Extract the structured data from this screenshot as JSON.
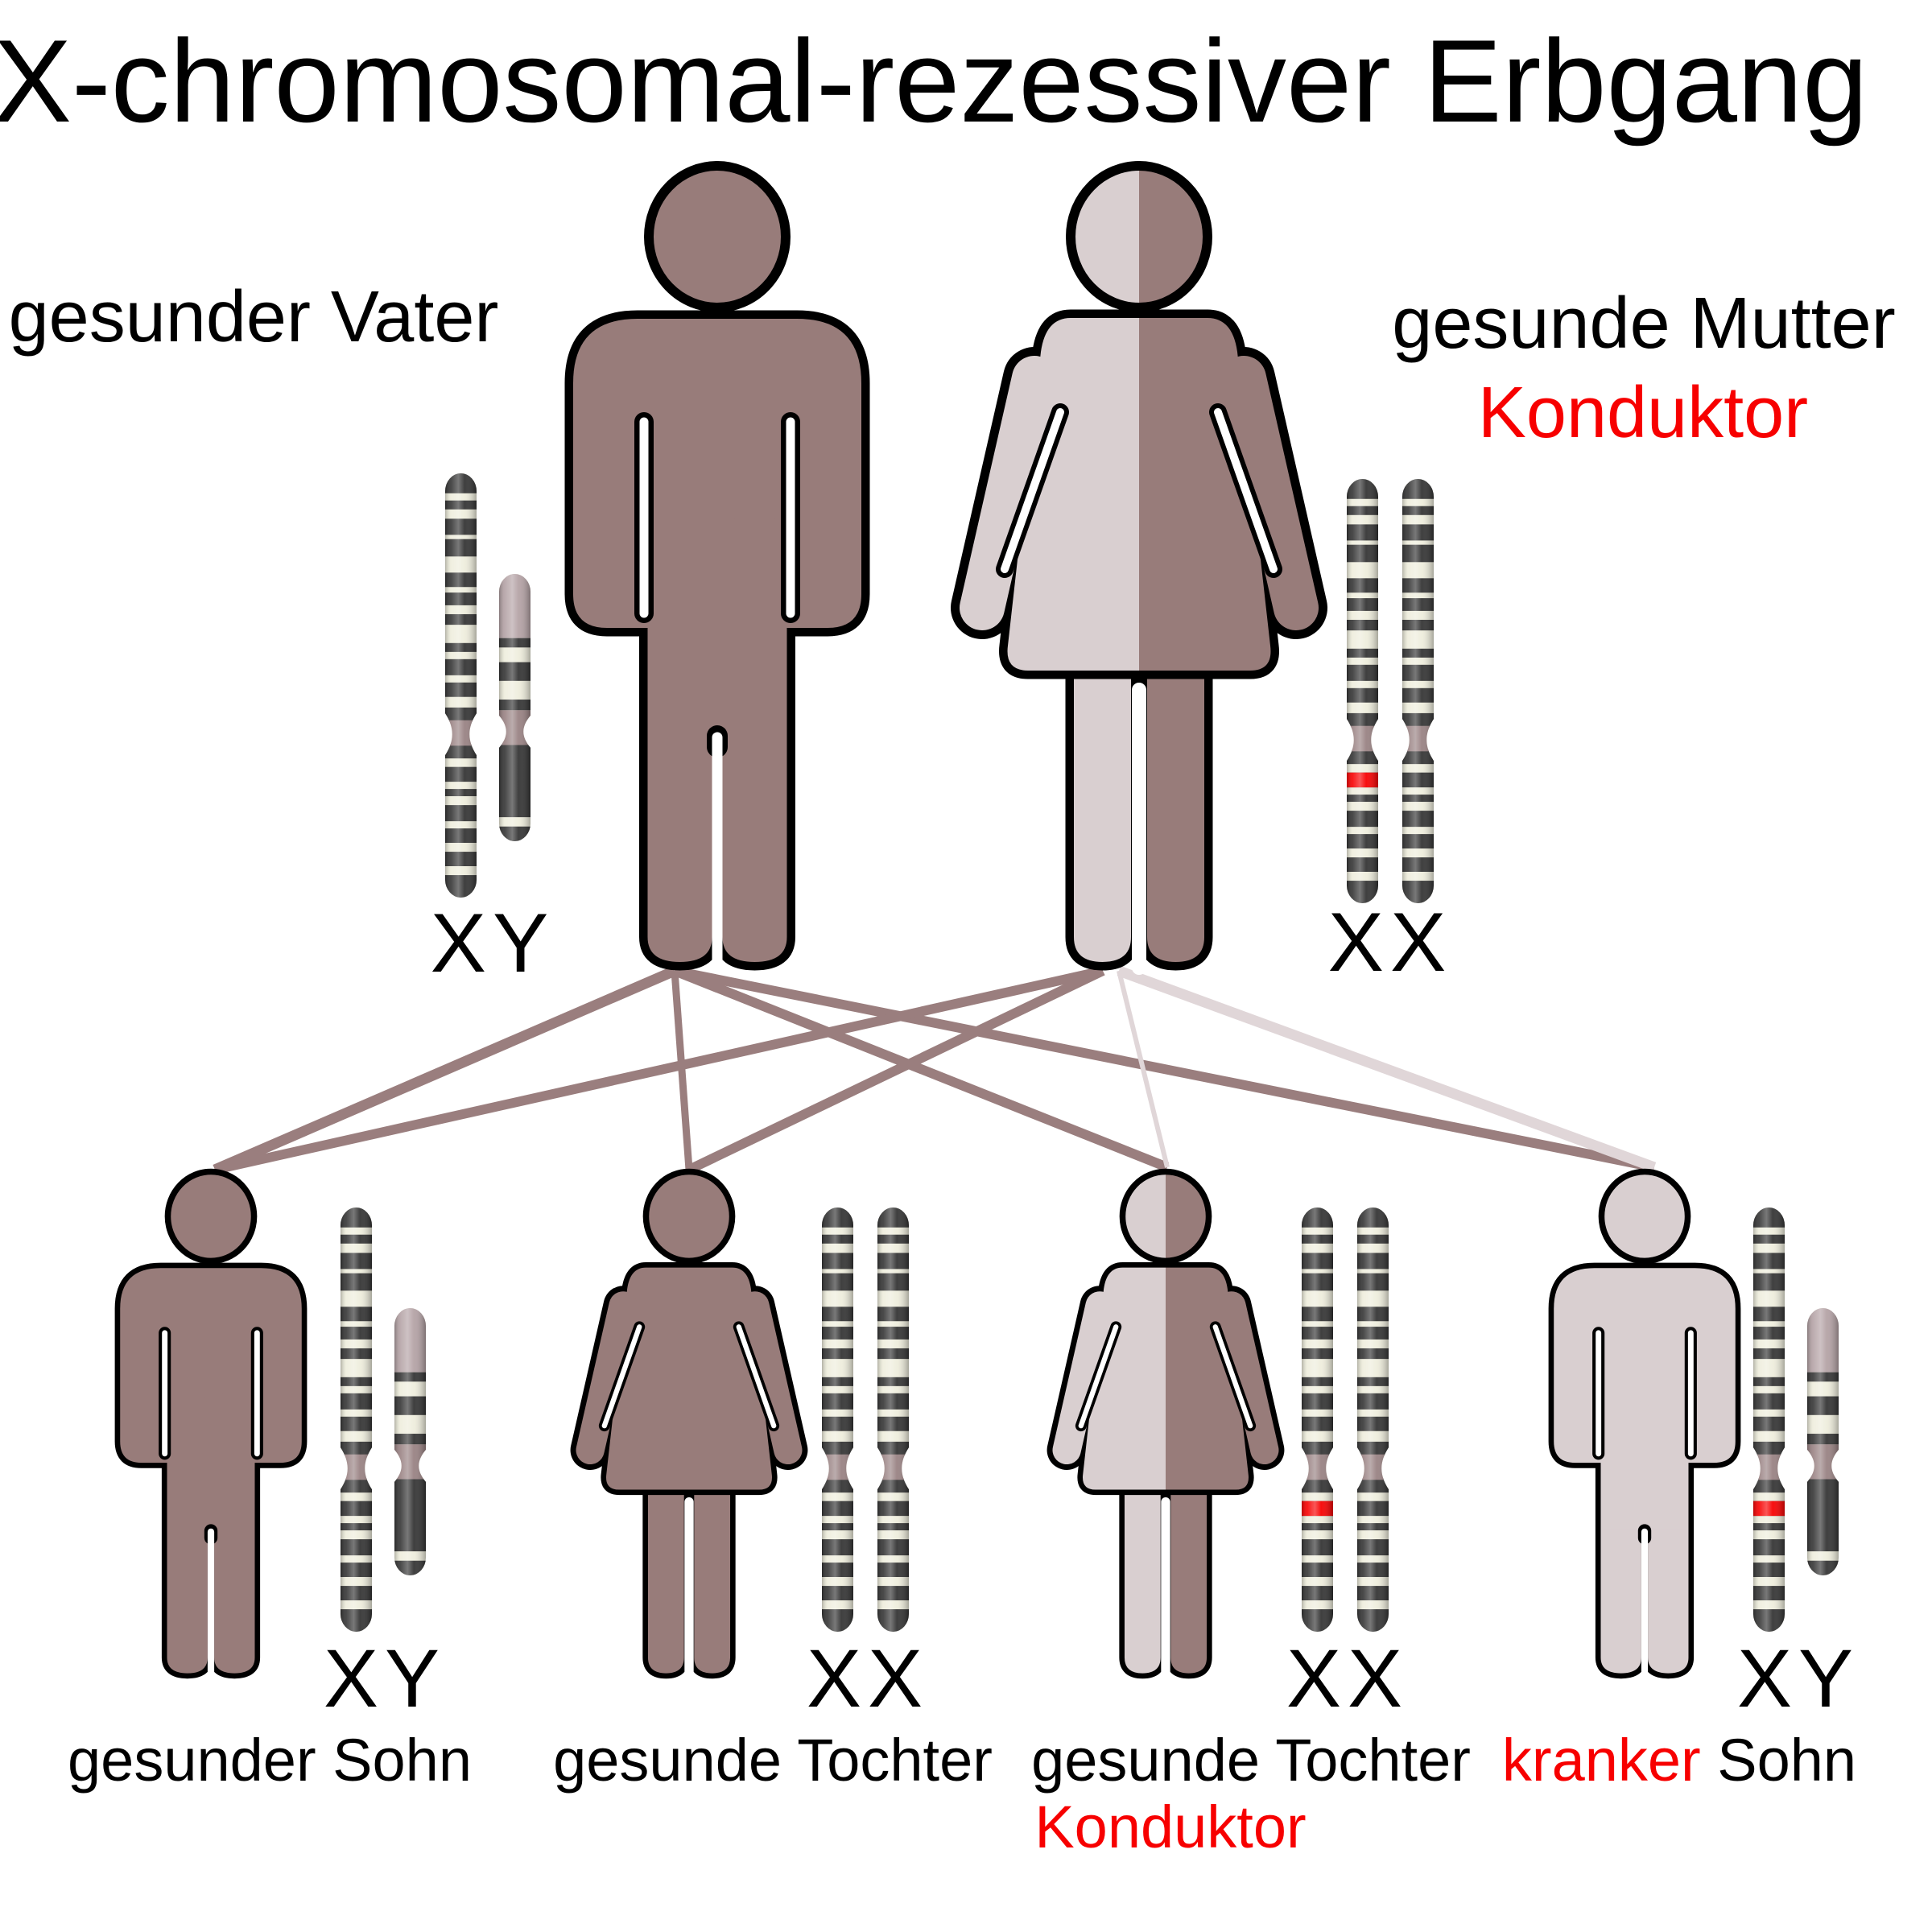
{
  "title": "X-chromosomal-rezessiver Erbgang",
  "colors": {
    "figure_dark": "#987c7a",
    "figure_light": "#d9cfd0",
    "outline_black": "#000000",
    "mutation_red": "#f70000",
    "line_dark": "#9a7e7e",
    "line_light": "#e0d6d8",
    "chromosome_cream": "#eeeddc",
    "chromosome_band_dark": "#333333",
    "centromere_mauve": "#988182",
    "y_top_pink": "#b4a2a5",
    "text_black": "#000000"
  },
  "parents": {
    "father": {
      "label": "gesunder Vater",
      "karyotype": "XY",
      "sex": "male",
      "coloring": "dark",
      "chromosomes": [
        {
          "type": "X",
          "mutated": false
        },
        {
          "type": "Y",
          "mutated": false
        }
      ]
    },
    "mother": {
      "label": "gesunde Mutter",
      "sublabel": "Konduktor",
      "karyotype": "XX",
      "sex": "female",
      "coloring": "half",
      "chromosomes": [
        {
          "type": "X",
          "mutated": true
        },
        {
          "type": "X",
          "mutated": false
        }
      ]
    }
  },
  "children": [
    {
      "caption": "gesunder Sohn",
      "karyotype": "XY",
      "sex": "male",
      "coloring": "dark",
      "chromosomes": [
        {
          "type": "X",
          "mutated": false
        },
        {
          "type": "Y",
          "mutated": false
        }
      ]
    },
    {
      "caption": "gesunde Tochter",
      "karyotype": "XX",
      "sex": "female",
      "coloring": "dark",
      "chromosomes": [
        {
          "type": "X",
          "mutated": false
        },
        {
          "type": "X",
          "mutated": false
        }
      ]
    },
    {
      "caption": "gesunde Tochter",
      "sublabel": "Konduktor",
      "karyotype": "XX",
      "sex": "female",
      "coloring": "half",
      "chromosomes": [
        {
          "type": "X",
          "mutated": true
        },
        {
          "type": "X",
          "mutated": false
        }
      ]
    },
    {
      "caption_affected_word": "kranker",
      "caption_rest": " Sohn",
      "karyotype": "XY",
      "sex": "male",
      "coloring": "light",
      "chromosomes": [
        {
          "type": "X",
          "mutated": true
        },
        {
          "type": "Y",
          "mutated": false
        }
      ]
    }
  ],
  "inheritance_lines": [
    {
      "from": "father",
      "to": "child-1",
      "chromosome": "Y",
      "shade": "dark"
    },
    {
      "from": "father",
      "to": "child-2",
      "chromosome": "X",
      "shade": "dark"
    },
    {
      "from": "father",
      "to": "child-3",
      "chromosome": "X",
      "shade": "dark"
    },
    {
      "from": "father",
      "to": "child-4",
      "chromosome": "Y",
      "shade": "dark"
    },
    {
      "from": "mother",
      "to": "child-1",
      "chromosome": "X-normal",
      "shade": "dark"
    },
    {
      "from": "mother",
      "to": "child-2",
      "chromosome": "X-normal",
      "shade": "dark"
    },
    {
      "from": "mother",
      "to": "child-3",
      "chromosome": "X-mutated",
      "shade": "light"
    },
    {
      "from": "mother",
      "to": "child-4",
      "chromosome": "X-mutated",
      "shade": "light"
    }
  ]
}
